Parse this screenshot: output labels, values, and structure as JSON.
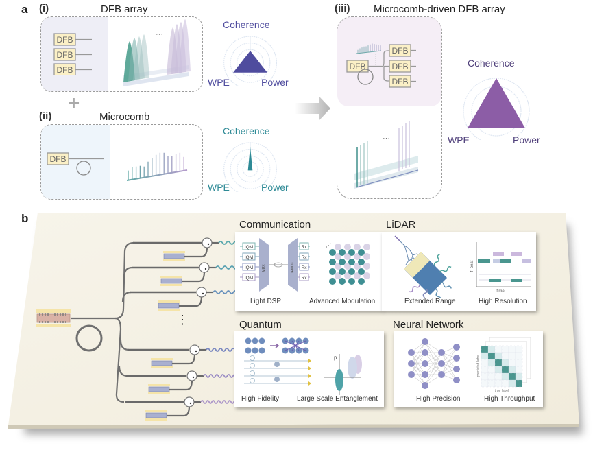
{
  "panel_a": {
    "letter": "a",
    "sub_i": {
      "numeral": "(i)",
      "title": "DFB array",
      "chip_label": "DFB"
    },
    "sub_ii": {
      "numeral": "(ii)",
      "title": "Microcomb",
      "chip_label": "DFB"
    },
    "sub_iii": {
      "numeral": "(iii)",
      "title": "Microcomb-driven DFB array",
      "chip_label": "DFB"
    },
    "plus_symbol": "+",
    "ellipsis": "···",
    "radar_i": {
      "top": "Coherence",
      "left": "WPE",
      "right": "Power",
      "color": "#4f4c9e",
      "values": {
        "coherence": 0.45,
        "wpe": 0.75,
        "power": 0.75
      }
    },
    "radar_ii": {
      "top": "Coherence",
      "left": "WPE",
      "right": "Power",
      "color": "#2e8a96",
      "values": {
        "coherence": 0.85,
        "wpe": 0.1,
        "power": 0.1
      }
    },
    "radar_iii": {
      "top": "Coherence",
      "left": "WPE",
      "right": "Power",
      "color": "#8c5da6",
      "values": {
        "coherence": 1.0,
        "wpe": 1.0,
        "power": 1.0
      }
    }
  },
  "panel_b": {
    "letter": "b",
    "ellipsis": "⋮",
    "sections": {
      "communication": {
        "title": "Communication",
        "captions": [
          "Light DSP",
          "Advanced Modulation"
        ],
        "tx_label": "IQM",
        "rx_label": "Rx",
        "mux_label": "MUX",
        "demux_label": "DEMUX"
      },
      "lidar": {
        "title": "LiDAR",
        "captions": [
          "Extended Range",
          "High Resolution"
        ],
        "y_axis": "f_beat",
        "x_axis": "time"
      },
      "quantum": {
        "title": "Quantum",
        "captions": [
          "High Fidelity",
          "Large Scale Entanglement"
        ],
        "p_label": "p"
      },
      "neural": {
        "title": "Neural Network",
        "captions": [
          "High Precision",
          "High Throughput"
        ],
        "y_axis": "predicted label",
        "x_axis": "true label"
      }
    },
    "wave_colors": [
      "#5aa9ad",
      "#5aa2b2",
      "#6a93bd",
      "#7a88c0",
      "#9a8cc4",
      "#ab95c9"
    ]
  }
}
